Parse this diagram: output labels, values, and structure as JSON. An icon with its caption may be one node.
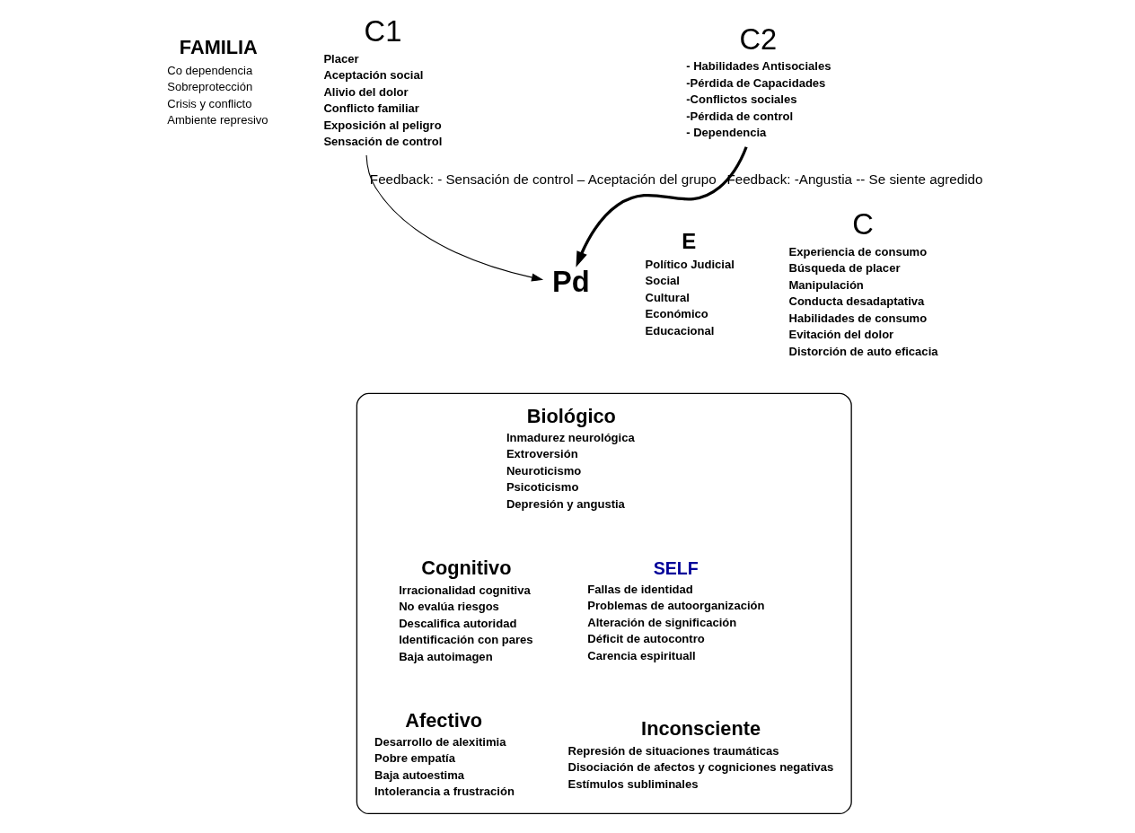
{
  "diagram": {
    "nodes": [
      {
        "text": [
          "FAMILIA",
          "Co dependencia",
          "Sobreprotección",
          "Crisis y conflicto",
          "Ambiente represivo"
        ]
      },
      {
        "text": [],
        "shape": "ellipse"
      },
      {
        "text": [
          "E",
          "Político Judicial",
          "Social",
          "Cultural",
          "Económico",
          "Educacional"
        ]
      },
      {
        "text": [
          "Pd"
        ]
      },
      {
        "text": [
          "C",
          "Experiencia de consumo",
          "Búsqueda de placer",
          "Manipulación",
          "Conducta desadaptativa",
          "Habilidades de consumo",
          "Evitación del dolor",
          "Distorción de auto eficacia"
        ]
      },
      {
        "text": [
          "C1",
          "Placer",
          "Aceptación social",
          "Alivio del dolor",
          "Conflicto familiar",
          "Exposición al peligro",
          "Sensación de control"
        ]
      },
      {
        "text": [
          "C2",
          "- Habilidades Antisociales",
          "-Pérdida de Capacidades",
          "-Conflictos sociales",
          "-Pérdida de control",
          "- Dependencia"
        ]
      },
      {
        "text": [
          "Biológico",
          "Inmadurez neurológica",
          "Extroversión",
          "Neuroticismo",
          "Psicoticismo",
          "Depresión y angustia"
        ],
        "in": 1
      },
      {
        "text": [
          "Cognitivo",
          "Irracionalidad cognitiva",
          "No evalúa riesgos",
          "Descalifica autoridad",
          "Identificación con pares",
          "Baja autoimagen"
        ],
        "in": 1
      },
      {
        "text": [
          "SELF",
          "Fallas de identidad",
          "Problemas de autoorganización",
          "Alteración de significación",
          "Déficit de autocontro",
          "Carencia espirituall"
        ],
        "in": 1
      },
      {
        "text": [
          "Afectivo",
          "Desarrollo de alexitimia",
          "Pobre empatía",
          "Baja autoestima",
          "Intolerancia a frustración"
        ],
        "in": 1
      },
      {
        "text": [
          "Inconsciente",
          "Represión de situaciones traumáticas",
          "Disociación de afectos y cogniciones negativas",
          "Estímulos subliminales"
        ],
        "in": 1
      }
    ],
    "edges": [
      {
        "from": 6,
        "to": 3,
        "arrow": "to",
        "style": "thick",
        "label": "Feedback: -Angustia -- Se siente agredido"
      },
      {
        "from": 5,
        "to": 3,
        "arrow": "to",
        "label": "Feedback: - Sensación de control – Aceptación del grupo"
      }
    ]
  }
}
